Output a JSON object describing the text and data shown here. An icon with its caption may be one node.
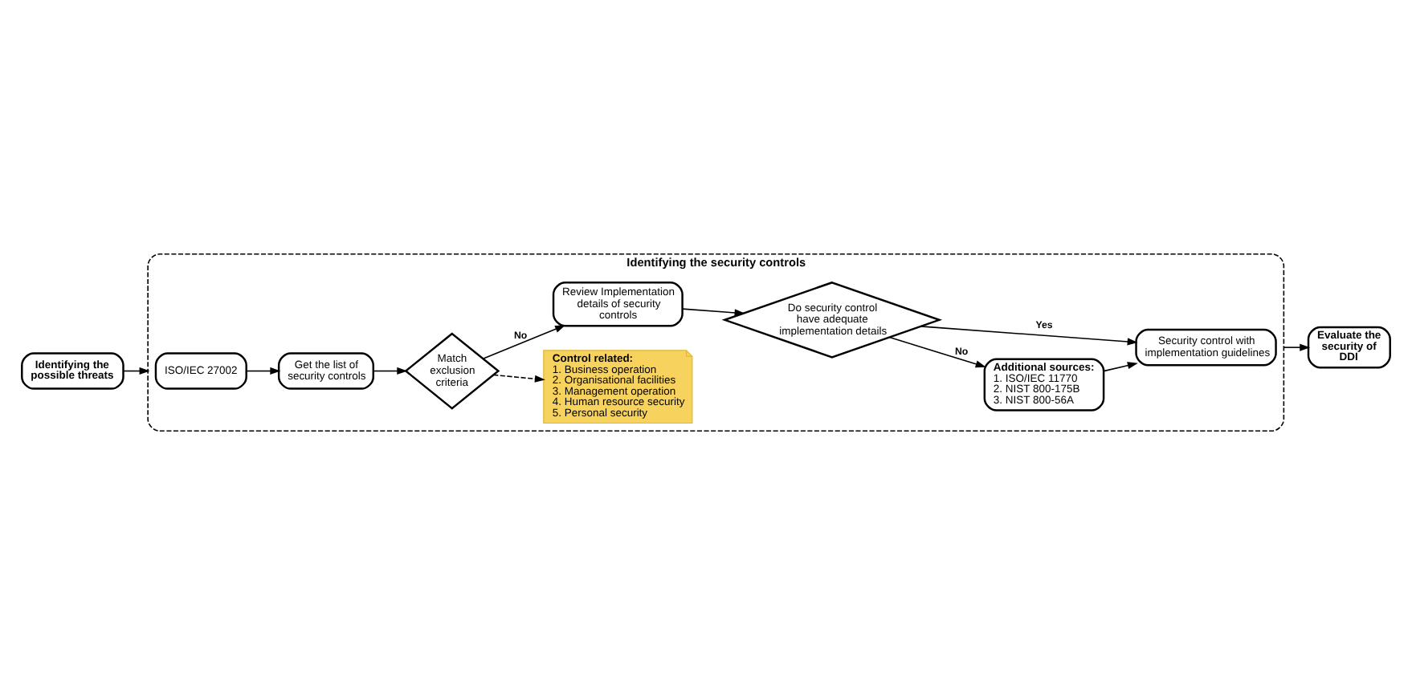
{
  "diagram": {
    "nodes": [
      {
        "text": [
          "Identifying the possible threats"
        ]
      },
      {
        "text": [
          "Identifying the security controls"
        ]
      },
      {
        "text": [
          "ISO/IEC 27002"
        ],
        "in": 1
      },
      {
        "text": [
          "Get the list of security controls"
        ],
        "in": 1
      },
      {
        "text": [
          "Match exclusion criteria"
        ],
        "in": 1
      },
      {
        "text": [
          "Control related:",
          "1. Business operation",
          "2. Organisational facilities",
          "3. Management operation",
          "4. Human resource security",
          "5. Personal security"
        ],
        "in": 1
      },
      {
        "text": [
          "Review Implementation details of security controls"
        ],
        "in": 1
      },
      {
        "text": [
          "Do security control have adequate implementation details"
        ],
        "in": 1
      },
      {
        "text": [
          "Additional sources:",
          "1. ISO/IEC 11770",
          "2. NIST 800-175B",
          "3. NIST 800-56A"
        ],
        "in": 1
      },
      {
        "text": [
          "Security control with implementation guidelines"
        ],
        "in": 1
      },
      {
        "text": [
          "Evaluate the security of DDI"
        ]
      }
    ],
    "edges": [
      {
        "from": 0,
        "to": 1,
        "arrow": "to"
      },
      {
        "from": 2,
        "to": 3,
        "arrow": "to"
      },
      {
        "from": 3,
        "to": 4,
        "arrow": "to"
      },
      {
        "from": 4,
        "to": 5,
        "arrow": "to",
        "style": "dashed"
      },
      {
        "from": 4,
        "to": 6,
        "arrow": "to",
        "label": "No"
      },
      {
        "from": 6,
        "to": 7,
        "arrow": "to"
      },
      {
        "from": 7,
        "to": 8,
        "arrow": "to",
        "label": "No"
      },
      {
        "from": 7,
        "to": 9,
        "arrow": "to",
        "label": "Yes"
      },
      {
        "from": 8,
        "to": 9,
        "arrow": "to"
      },
      {
        "from": 1,
        "to": 10,
        "arrow": "to"
      }
    ]
  }
}
